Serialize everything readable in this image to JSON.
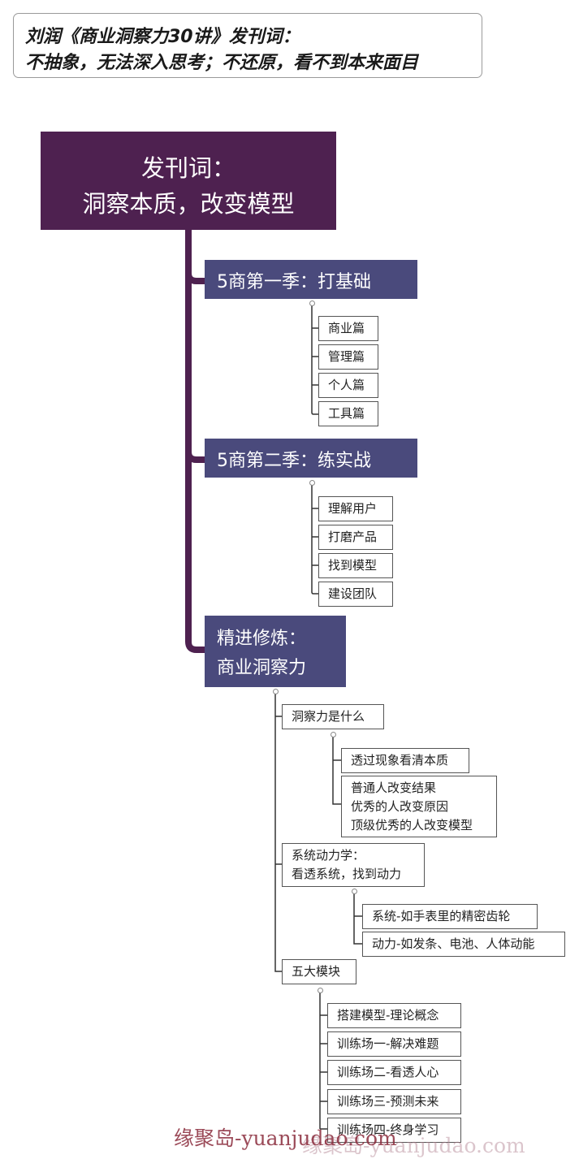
{
  "header": {
    "line1": "刘润《商业洞察力30讲》发刊词：",
    "line2": "不抽象，无法深入思考；不还原，看不到本来面目"
  },
  "root": {
    "line1": "发刊词：",
    "line2": "洞察本质，改变模型"
  },
  "branches": [
    {
      "label": "5商第一季：打基础",
      "children": [
        "商业篇",
        "管理篇",
        "个人篇",
        "工具篇"
      ]
    },
    {
      "label": "5商第二季：练实战",
      "children": [
        "理解用户",
        "打磨产品",
        "找到模型",
        "建设团队"
      ]
    },
    {
      "label_line1": "精进修炼：",
      "label_line2": "商业洞察力",
      "children": [
        {
          "label": "洞察力是什么",
          "children": [
            {
              "lines": [
                "透过现象看清本质"
              ]
            },
            {
              "lines": [
                "普通人改变结果",
                "优秀的人改变原因",
                "顶级优秀的人改变模型"
              ]
            }
          ]
        },
        {
          "label_line1": "系统动力学：",
          "label_line2": "看透系统，找到动力",
          "children": [
            {
              "lines": [
                "系统-如手表里的精密齿轮"
              ]
            },
            {
              "lines": [
                "动力-如发条、电池、人体动能"
              ]
            }
          ]
        },
        {
          "label": "五大模块",
          "children": [
            {
              "lines": [
                "搭建模型-理论概念"
              ]
            },
            {
              "lines": [
                "训练场一-解决难题"
              ]
            },
            {
              "lines": [
                "训练场二-看透人心"
              ]
            },
            {
              "lines": [
                "训练场三-预测未来"
              ]
            },
            {
              "lines": [
                "训练场四-终身学习"
              ]
            }
          ]
        }
      ]
    }
  ],
  "watermark": "缘聚岛-yuanjudao.com",
  "watermark_ghost": "缘聚岛-yuanjudao.com",
  "colors": {
    "root_fill": "#4e2150",
    "level1_fill": "#4a4a7c",
    "trunk_line": "#4e2150",
    "branch_line": "#333333"
  }
}
